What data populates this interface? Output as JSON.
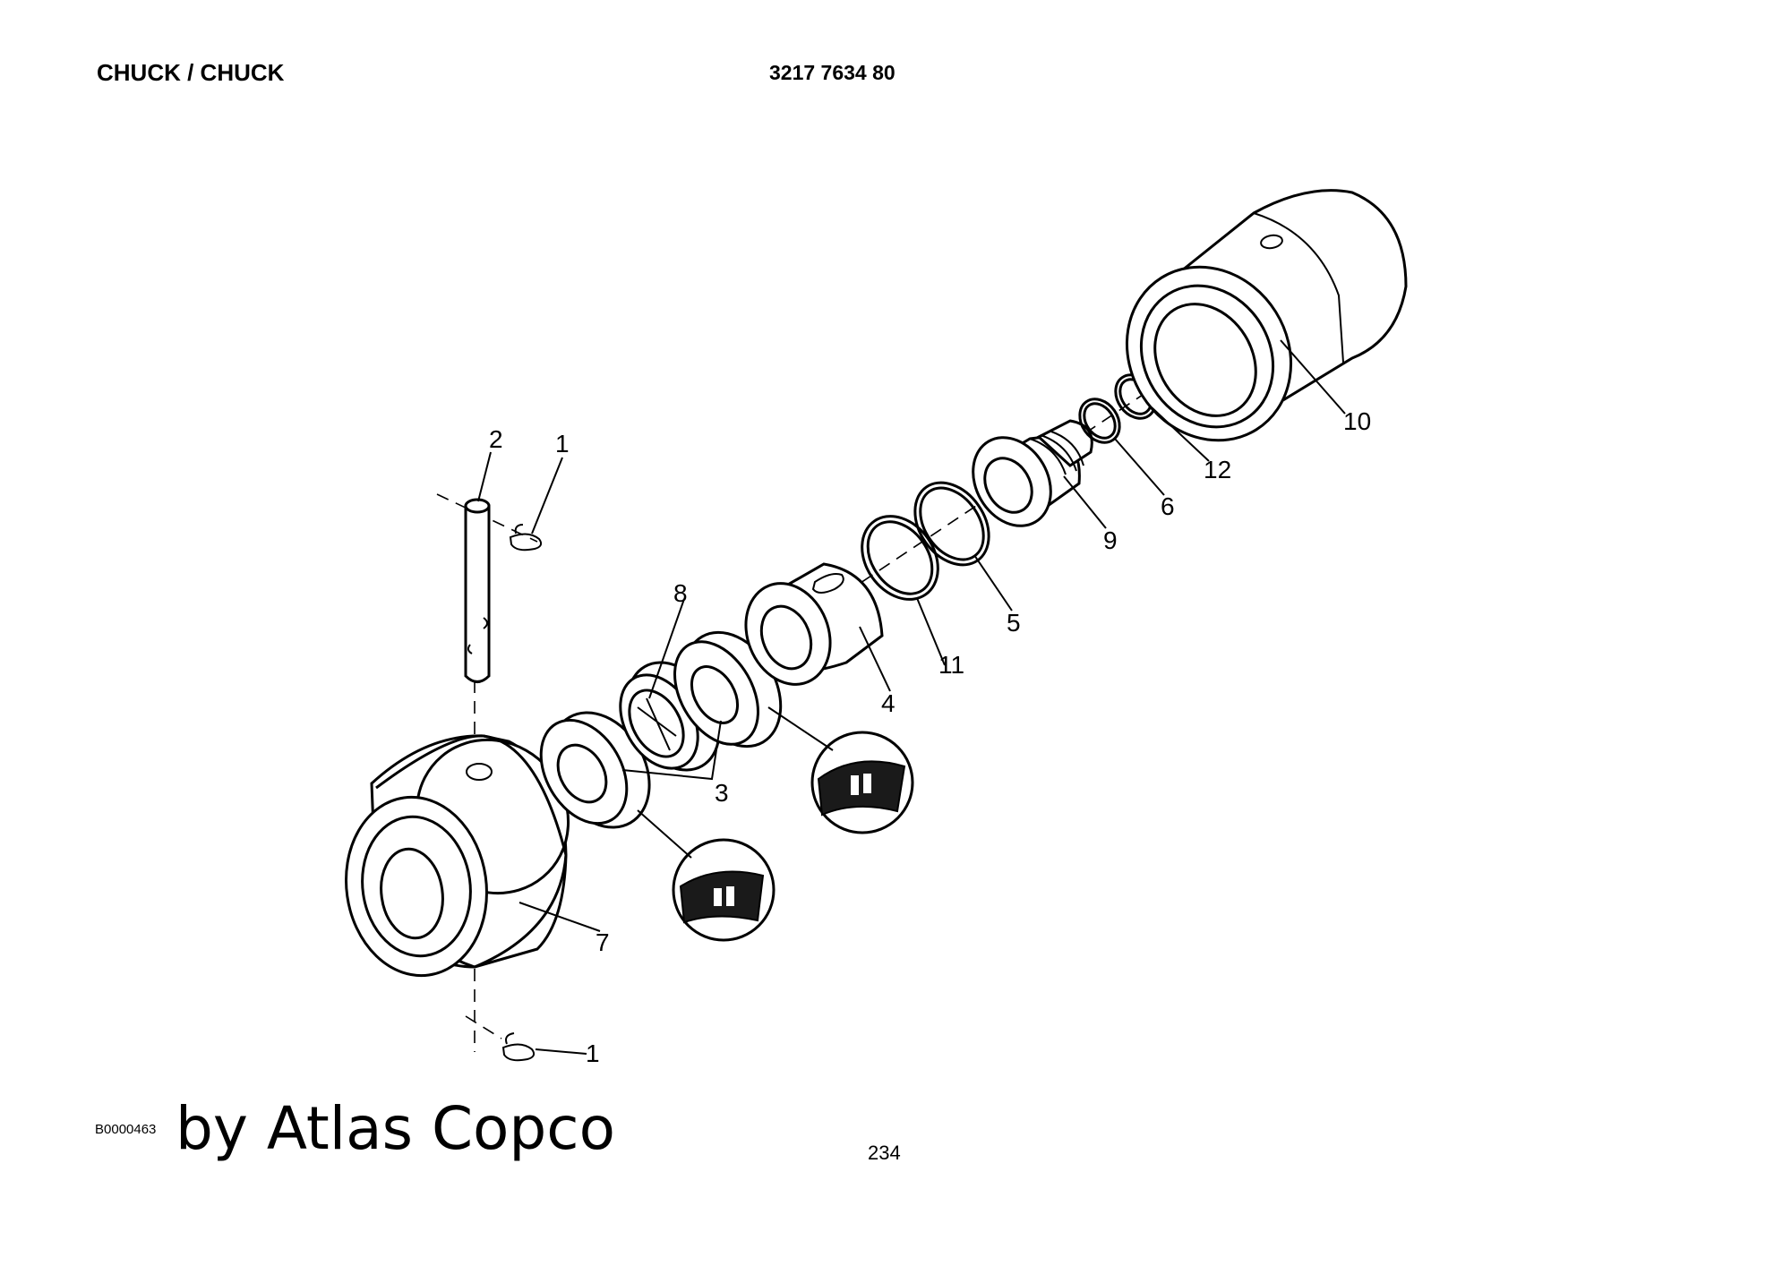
{
  "header": {
    "title": "CHUCK / CHUCK",
    "part_number": "3217 7634 80"
  },
  "callouts": {
    "c1a": "1",
    "c1b": "1",
    "c2": "2",
    "c3": "3",
    "c4": "4",
    "c5": "5",
    "c6": "6",
    "c7": "7",
    "c8": "8",
    "c9": "9",
    "c10": "10",
    "c11": "11",
    "c12": "12"
  },
  "footer": {
    "ref_code": "B0000463",
    "brand": "by Atlas Copco",
    "page_number": "234"
  }
}
